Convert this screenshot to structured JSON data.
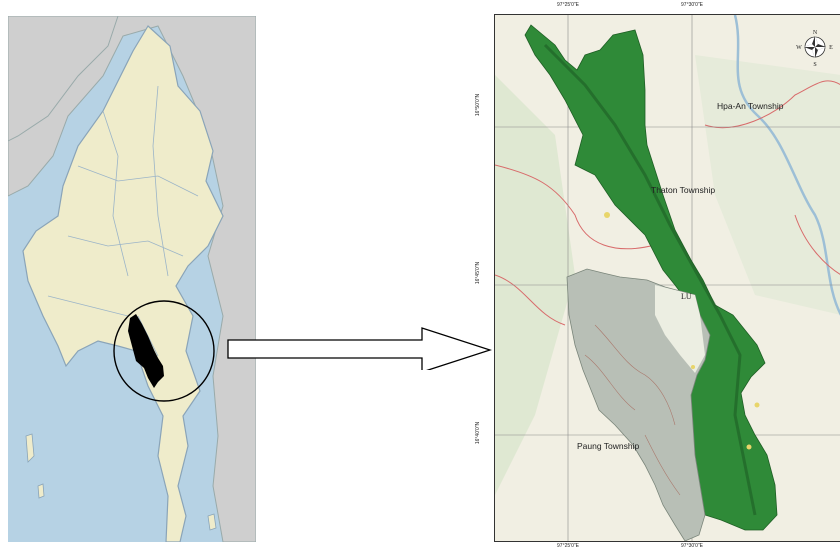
{
  "right_map": {
    "top_ticks": [
      "97°25'0\"E",
      "97°30'0\"E"
    ],
    "bottom_ticks": [
      "97°25'0\"E",
      "97°30'0\"E"
    ],
    "left_ticks": [
      "16°50'0\"N",
      "16°45'0\"N",
      "16°40'0\"N"
    ],
    "labels": {
      "hpa_an": "Hpa-An Township",
      "thaton": "Thaton Township",
      "paung": "Paung Township",
      "lu": "LU"
    },
    "compass": {
      "n": "N",
      "s": "S",
      "e": "E",
      "w": "W"
    }
  },
  "colors": {
    "sea": "#b6d2e4",
    "country": "#efeccb",
    "neighbor": "#cfcfcf",
    "forest": "#2f8a38",
    "grey_zone": "#b8bfb6",
    "map_bg": "#f1efe3"
  }
}
